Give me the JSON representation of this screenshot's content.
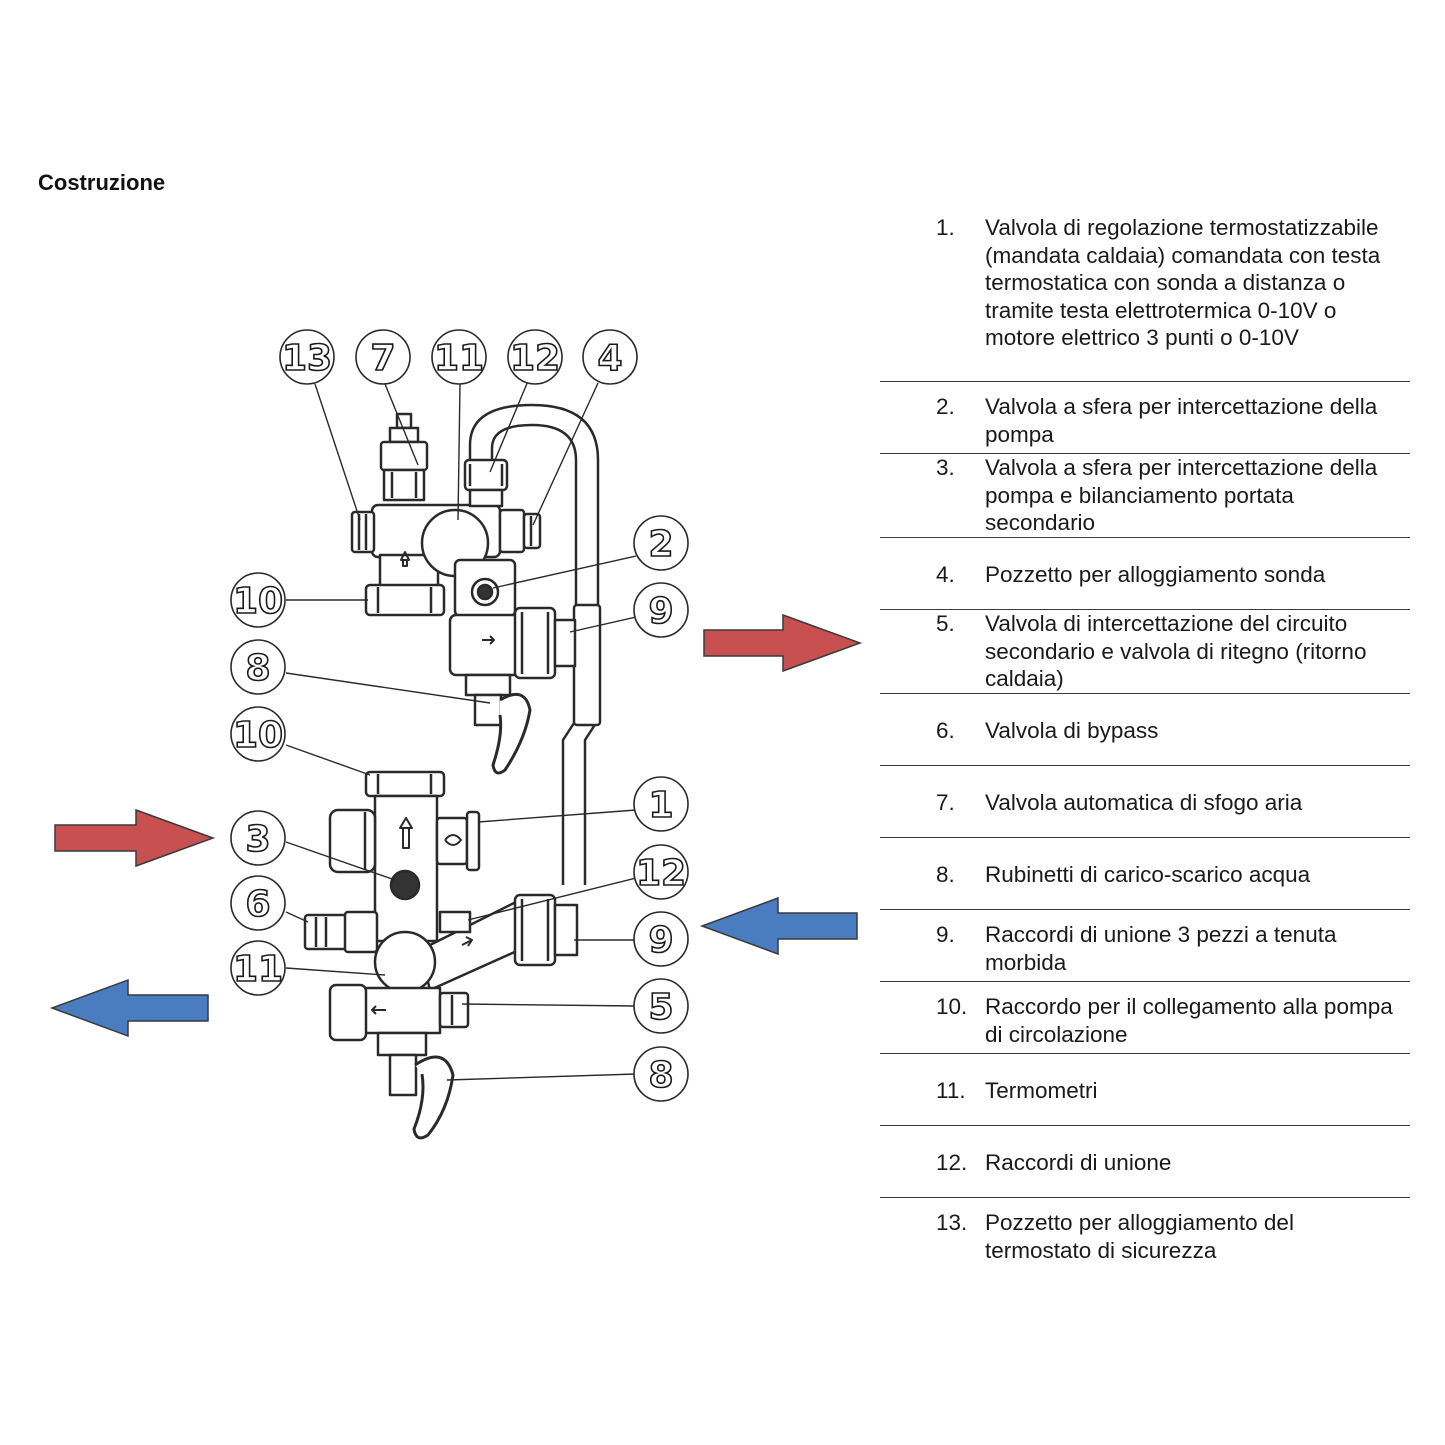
{
  "page": {
    "title": "Costruzione"
  },
  "callouts": {
    "top_row": [
      "13",
      "7",
      "11",
      "12",
      "4"
    ],
    "right_side": [
      "2",
      "9",
      "1",
      "12",
      "9",
      "5",
      "8"
    ],
    "left_side": [
      "10",
      "8",
      "10",
      "3",
      "6",
      "11"
    ]
  },
  "arrow_colors": {
    "hot": "#c85050",
    "cold": "#4a7cc0"
  },
  "legend": [
    {
      "num": "1.",
      "text": "Valvola di regolazione termostatizzabile (mandata caldaia) comandata con testa termostatica con sonda a distanza o tramite testa elettrotermica 0-10V o motore elettrico 3 punti o 0-10V"
    },
    {
      "num": "2.",
      "text": "Valvola a sfera per intercettazione della pompa"
    },
    {
      "num": "3.",
      "text": "Valvola a sfera per intercettazione della pompa e bilanciamento portata secondario"
    },
    {
      "num": "4.",
      "text": "Pozzetto per alloggiamento sonda"
    },
    {
      "num": "5.",
      "text": "Valvola di intercettazione del circuito secondario e valvola di ritegno (ritorno caldaia)"
    },
    {
      "num": "6.",
      "text": "Valvola di bypass"
    },
    {
      "num": "7.",
      "text": "Valvola automatica di sfogo aria"
    },
    {
      "num": "8.",
      "text": "Rubinetti di carico-scarico acqua"
    },
    {
      "num": "9.",
      "text": "Raccordi di unione 3 pezzi a tenuta morbida"
    },
    {
      "num": "10.",
      "text": "Raccordo per il collegamento alla pompa di circolazione"
    },
    {
      "num": "11.",
      "text": "Termometri"
    },
    {
      "num": "12.",
      "text": "Raccordi di unione"
    },
    {
      "num": "13.",
      "text": "Pozzetto per alloggiamento del termostato di sicurezza"
    }
  ]
}
